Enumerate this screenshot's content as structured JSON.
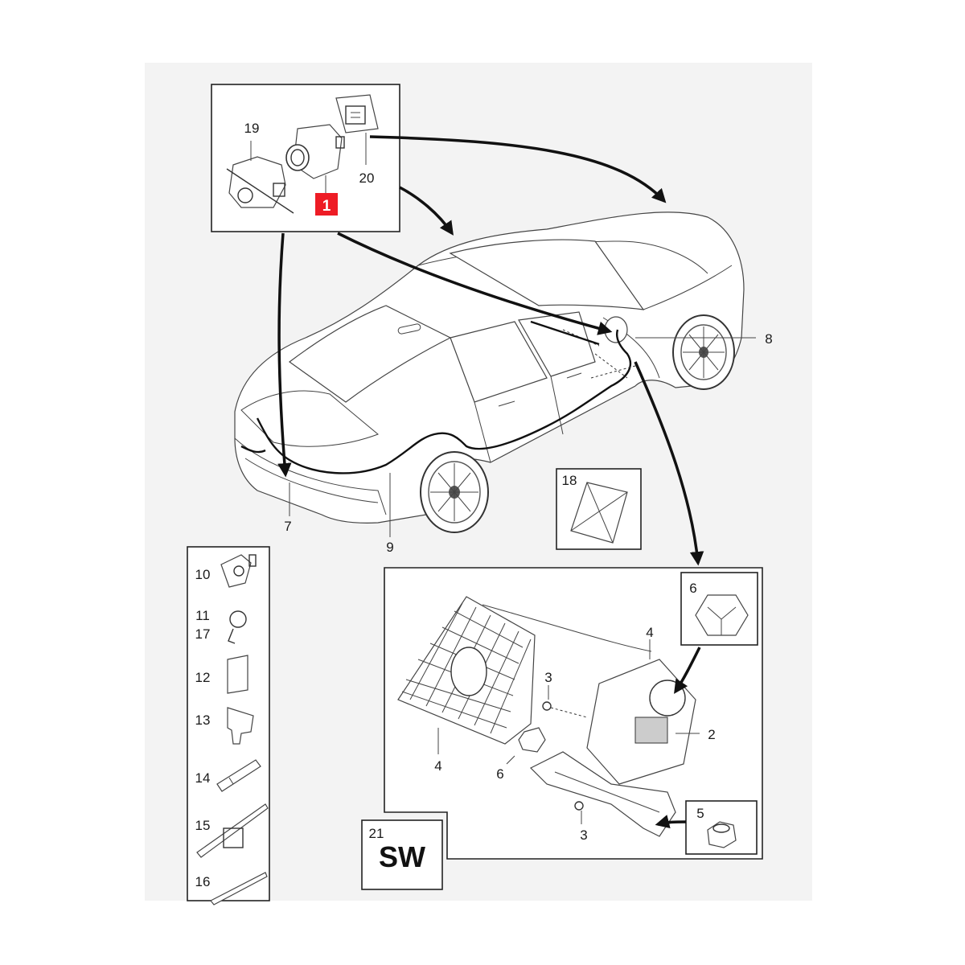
{
  "diagram": {
    "colors": {
      "page_background": "#ffffff",
      "backdrop": "#f2f2f2",
      "highlight": "#ee1c25",
      "line": "#222222"
    },
    "callouts": {
      "c1": "1",
      "c2": "2",
      "c3a": "3",
      "c3b": "3",
      "c4a": "4",
      "c4b": "4",
      "c5": "5",
      "c6a": "6",
      "c6b": "6",
      "c7": "7",
      "c8": "8",
      "c9": "9",
      "c10": "10",
      "c11": "11",
      "c12": "12",
      "c13": "13",
      "c14": "14",
      "c15": "15",
      "c16": "16",
      "c17": "17",
      "c18": "18",
      "c19": "19",
      "c20": "20",
      "c21": "21"
    },
    "sw_badge": "SW",
    "highlighted_part": "1",
    "icons": [
      "camera-unit-icon",
      "camera-bracket-icon",
      "connector-icon",
      "car-body-icon",
      "control-module-icon",
      "mounting-bracket-icon",
      "nut-icon",
      "screw-icon",
      "clip-icon",
      "fuse-icon",
      "cable-tie-icon",
      "foam-pad-icon"
    ]
  }
}
